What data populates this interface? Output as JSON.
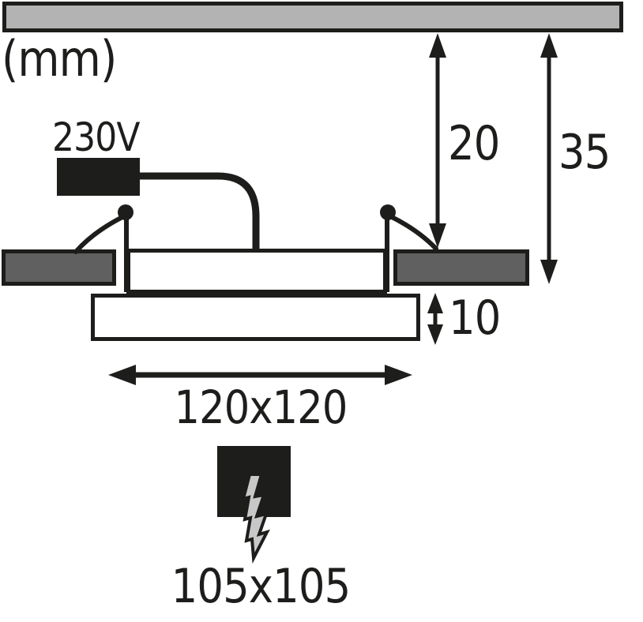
{
  "diagram": {
    "unit_label": "(mm)",
    "voltage_label": "230V",
    "dim_recess_depth": "20",
    "dim_total_depth": "35",
    "dim_panel_thickness": "10",
    "dim_panel_size": "120x120",
    "dim_cutout_size": "105x105"
  },
  "icons": {
    "cutout_symbol": "lightning-bolt-icon"
  },
  "colors": {
    "ink": "#1d1d1b",
    "ceiling_fill": "#b3b3b3",
    "cutout_fill": "#606060",
    "bolt_fill": "#c8c8c8",
    "background": "#ffffff"
  }
}
